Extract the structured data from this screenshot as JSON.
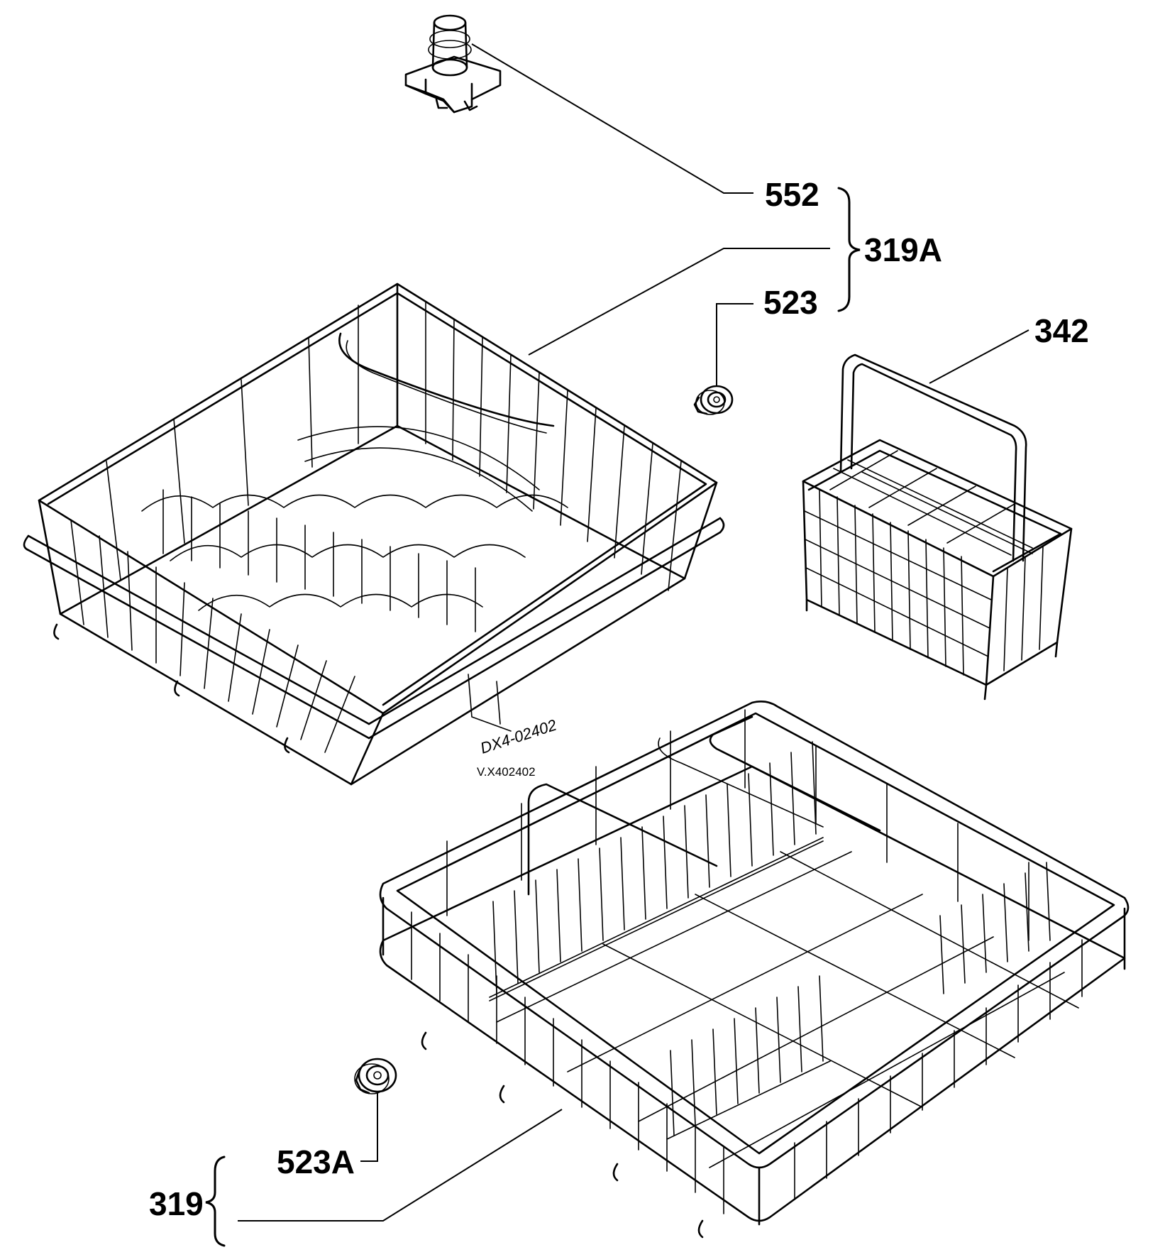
{
  "callouts": {
    "c552": "552",
    "c319A": "319A",
    "c523": "523",
    "c342": "342",
    "c523A": "523A",
    "c319": "319"
  },
  "drawing_code": {
    "handwritten": "DX4-02402",
    "printed": "V.X402402"
  },
  "colors": {
    "line": "#000000",
    "background": "#ffffff"
  }
}
